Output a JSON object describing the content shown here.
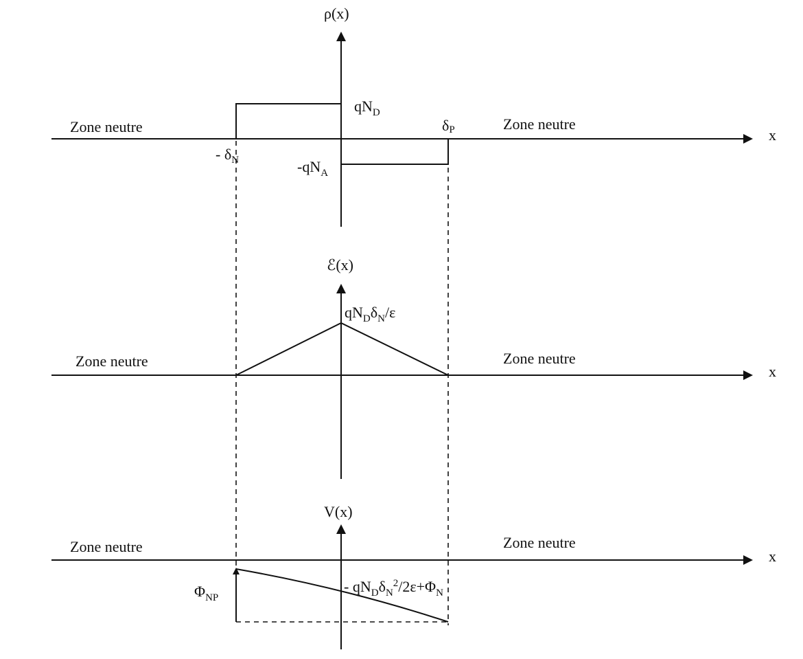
{
  "rho_plot": {
    "axis_label": "ρ(x)",
    "x_label": "x",
    "zone_left": "Zone neutre",
    "zone_right": "Zone neutre",
    "pos_level": {
      "main": "qN",
      "sub": "D"
    },
    "neg_level": {
      "main": "-qN",
      "sub": "A"
    },
    "left_edge": {
      "main": "- δ",
      "sub": "N"
    },
    "right_edge": {
      "main": "δ",
      "sub": "P"
    }
  },
  "field_plot": {
    "axis_label": "ℰ(x)",
    "x_label": "x",
    "zone_left": "Zone neutre",
    "zone_right": "Zone neutre",
    "peak": {
      "p1": "qN",
      "s1": "D",
      "p2": "δ",
      "s2": "N",
      "p3": "/ε"
    }
  },
  "potential_plot": {
    "axis_label": "V(x)",
    "x_label": "x",
    "zone_left": "Zone neutre",
    "zone_right": "Zone neutre",
    "barrier": {
      "main": "Φ",
      "sub": "NP"
    },
    "expr": {
      "p1": "- qN",
      "s1": "D",
      "p2": "δ",
      "s2": "N",
      "sup": "2",
      "p3": "/2ε+Φ",
      "s3": "N"
    }
  }
}
